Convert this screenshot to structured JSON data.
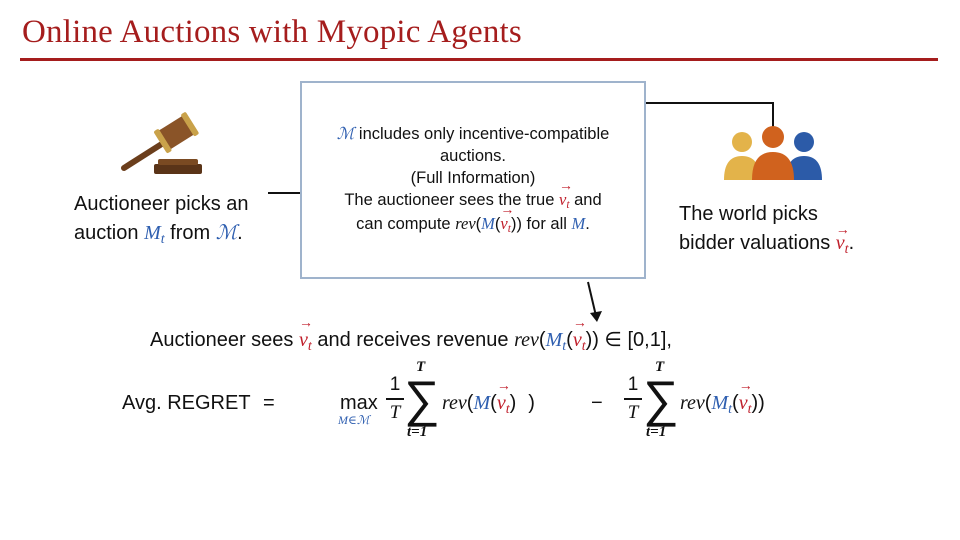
{
  "slide": {
    "title": "Online Auctions with Myopic Agents"
  },
  "info_box": {
    "set_symbol": "ℳ",
    "line1_rest": " includes only incentive-compatible",
    "line2": "auctions.",
    "line3": "(Full Information)",
    "line4_pre": "The auctioneer sees the true ",
    "line4_vec": "v",
    "line4_sub": "t",
    "line4_post": " and",
    "line5_pre": "can compute ",
    "line5_rev": "rev",
    "line5_paren_open": "(",
    "line5_M": "M",
    "line5_vec_open": "(",
    "line5_vec": "v",
    "line5_sub": "t",
    "line5_close": "))",
    "line5_mid": " for all ",
    "line5_M2": "M",
    "line5_end": "."
  },
  "auctioneer": {
    "line1": "Auctioneer picks an",
    "line2_pre": "auction ",
    "line2_M": "M",
    "line2_sub": "t",
    "line2_mid": " from ",
    "line2_set": "ℳ",
    "line2_end": "."
  },
  "world": {
    "line1": "The world picks",
    "line2_pre": "bidder valuations ",
    "line2_vec": "v",
    "line2_sub": "t",
    "line2_end": "."
  },
  "revenue": {
    "pre": "Auctioneer sees ",
    "vec": "v",
    "sub": "t",
    "mid": " and receives revenue ",
    "rev": "rev",
    "open": "(",
    "M": "M",
    "Msub": "t",
    "open2": "(",
    "vec2": "v",
    "sub2": "t",
    "close": "))",
    "post": " ∈ [0,1],"
  },
  "regret": {
    "label": "Avg. REGRET",
    "equals": "=",
    "max": "max",
    "max_sub": "M∈ℳ",
    "frac_num": "1",
    "frac_den": "T",
    "sum_top": "T",
    "sum_bottom": "t=1",
    "sigma": "∑",
    "term1_rev": "rev",
    "term1_open": "(",
    "term1_M": "M",
    "term1_open2": "(",
    "term1_vec": "v",
    "term1_sub": "t",
    "term1_close": ")",
    "term1_close2": ")",
    "minus": "−",
    "term2_rev": "rev",
    "term2_open": "(",
    "term2_M": "M",
    "term2_Msub": "t",
    "term2_open2": "(",
    "term2_vec": "v",
    "term2_sub": "t",
    "term2_close": "))"
  },
  "icons": {
    "gavel": "gavel-icon",
    "people": "people-group-icon"
  },
  "colors": {
    "title": "#a51d1d",
    "accent_red": "#c0202c",
    "accent_blue": "#2f5fb0",
    "box_border": "#9fb3cc"
  }
}
